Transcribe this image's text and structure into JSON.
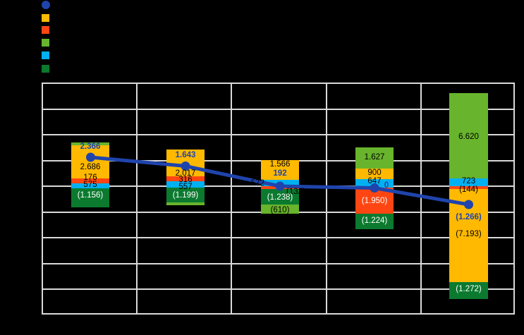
{
  "colors": {
    "background": "#000000",
    "grid": "#D9D9D9",
    "plot_border": "#D9D9D9",
    "line_blue": "#1F44AC",
    "bar_gold": "#FFB900",
    "bar_orange_red": "#FF4612",
    "bar_light_green": "#68B42C",
    "bar_cyan": "#00B0F0",
    "bar_dark_green": "#0B7A2F",
    "label_black": "#000000",
    "label_white": "#FFFFFF"
  },
  "legend": {
    "items": [
      {
        "name": "blue-line-series",
        "shape": "circle",
        "color": "#1F44AC",
        "label": ""
      },
      {
        "name": "gold-bar-series",
        "shape": "square",
        "color": "#FFB900",
        "label": ""
      },
      {
        "name": "orange-red-bar-series",
        "shape": "square",
        "color": "#FF4612",
        "label": ""
      },
      {
        "name": "light-green-bar-series",
        "shape": "square",
        "color": "#68B42C",
        "label": ""
      },
      {
        "name": "cyan-bar-series",
        "shape": "square",
        "color": "#00B0F0",
        "label": ""
      },
      {
        "name": "dark-green-bar-series",
        "shape": "square",
        "color": "#0B7A2F",
        "label": ""
      }
    ]
  },
  "chart_data": {
    "type": "combo",
    "bar_mode": "stacked",
    "grid": true,
    "ylim": [
      -10000,
      8000
    ],
    "gridline_step": 2000,
    "axis_tick_labels_visible": false,
    "number_format": "thousands separated by '.', negatives in parentheses",
    "categories": [
      "",
      "",
      "",
      "",
      ""
    ],
    "series": [
      {
        "name": "gold",
        "type": "bar",
        "color": "#FFB900",
        "values": [
          2686,
          2017,
          1566,
          900,
          -7193
        ],
        "labels": [
          "2.686",
          "2.017",
          "1.566",
          "900",
          "(7.193)"
        ]
      },
      {
        "name": "orange-red",
        "type": "bar",
        "color": "#FF4612",
        "values": [
          176,
          316,
          -132,
          -1950,
          -144
        ],
        "labels": [
          "176",
          "316",
          "(132)",
          "(1.950)",
          "(144)"
        ]
      },
      {
        "name": "light-green",
        "type": "bar",
        "color": "#68B42C",
        "values": [
          null,
          null,
          -610,
          1627,
          6620
        ],
        "labels": [
          "",
          "",
          "(610)",
          "1.627",
          "6.620"
        ]
      },
      {
        "name": "cyan",
        "type": "bar",
        "color": "#00B0F0",
        "values": [
          575,
          557,
          572,
          647,
          723
        ],
        "labels": [
          "575",
          "557",
          "572",
          "647",
          "723"
        ]
      },
      {
        "name": "dark-green",
        "type": "bar",
        "color": "#0B7A2F",
        "values": [
          -1156,
          -1199,
          -1238,
          -1224,
          -1272
        ],
        "labels": [
          "(1.156)",
          "(1.199)",
          "(1.238)",
          "(1.224)",
          "(1.272)"
        ]
      },
      {
        "name": "blue-line",
        "type": "line",
        "color": "#1F44AC",
        "values": [
          2366,
          1643,
          192,
          0,
          -1266
        ],
        "labels": [
          "2.366",
          "1.643",
          "192",
          "0",
          "(1.266)"
        ]
      }
    ]
  }
}
